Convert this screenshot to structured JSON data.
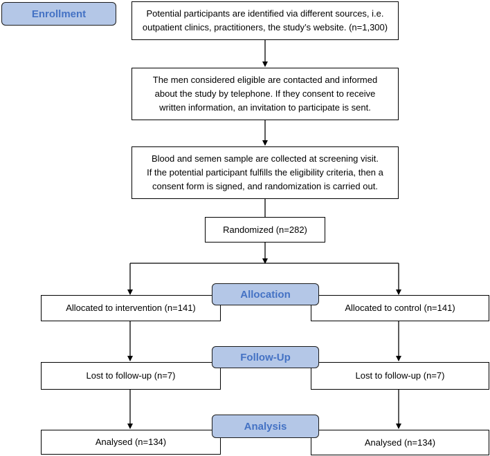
{
  "colors": {
    "stage_fill": "#b4c7e7",
    "stage_text": "#4472c4",
    "line": "#000000"
  },
  "stages": {
    "enrollment": "Enrollment",
    "allocation": "Allocation",
    "follow_up": "Follow-Up",
    "analysis": "Analysis"
  },
  "boxes": {
    "identified": [
      "Potential participants are identified via different sources, i.e.",
      "outpatient clinics, practitioners, the study’s website. (n=1,300)"
    ],
    "contacted": [
      "The men considered eligible are contacted and informed",
      "about the study by telephone. If they consent to receive",
      "written information, an invitation to participate is sent."
    ],
    "screening": [
      "Blood and semen sample are collected at screening visit.",
      "If the potential participant fulfills the eligibility criteria, then a",
      "consent form is signed, and randomization is carried out."
    ],
    "randomized": "Randomized (n=282)",
    "intervention": "Allocated to intervention (n=141)",
    "control": "Allocated to control (n=141)",
    "lost_intervention": "Lost to follow-up (n=7)",
    "lost_control": "Lost to follow-up (n=7)",
    "analysed_intervention": "Analysed (n=134)",
    "analysed_control": "Analysed (n=134)"
  }
}
